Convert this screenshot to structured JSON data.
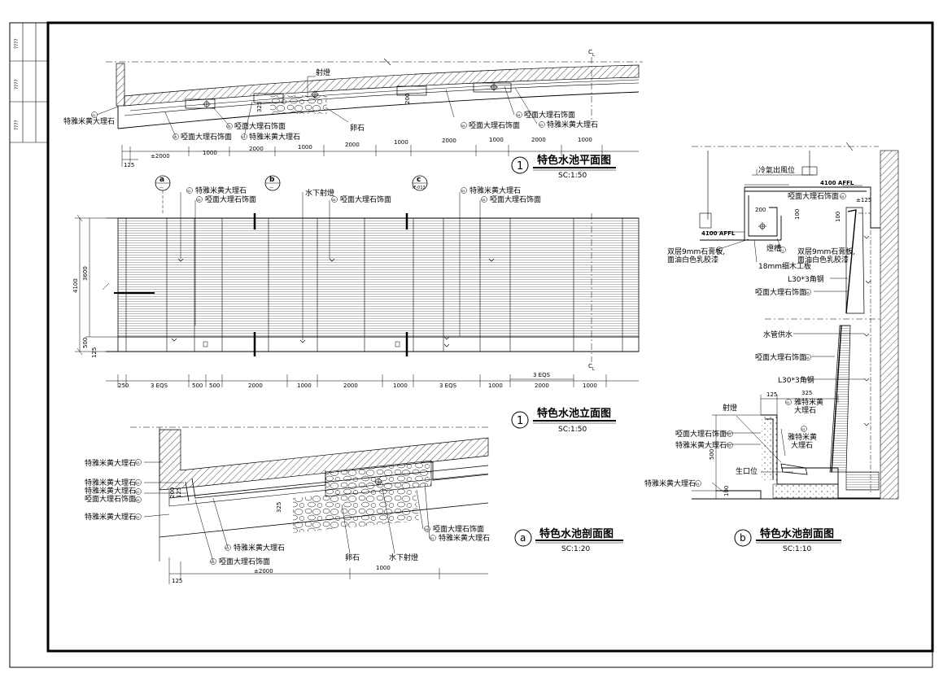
{
  "title_block": {
    "rows": [
      "????",
      "????",
      "????"
    ]
  },
  "plan": {
    "title_num": "1",
    "title": "特色水池平面图",
    "scale": "SC:1:50",
    "labels": {
      "light": "射燈",
      "yellow_left": "特雅米黄大理石",
      "matte1": "啞面大理石饰面",
      "yellow2": "特雅米黄大理石",
      "matte2": "啞面大理石饰面",
      "pebble": "卵石",
      "matte3": "啞面大理石饰面",
      "matte4": "啞面大理石饰面",
      "yellow3": "特雅米黄大理石"
    },
    "tags": {
      "s1": "S5",
      "s2": "S6",
      "s3": "S6",
      "s4": "S5",
      "s5": "S6",
      "s6": "S6",
      "s7": "S5"
    },
    "dims_top": [
      "325",
      "200"
    ],
    "dims_bottom": [
      "±2000",
      "1000",
      "2000",
      "1000",
      "2000",
      "1000",
      "2000",
      "1000",
      "2000",
      "1000"
    ],
    "dim_125": "125",
    "cl": "C",
    "cl_sub": "L"
  },
  "elevation": {
    "title_num": "1",
    "title": "特色水池立面图",
    "scale": "SC:1:50",
    "sections": [
      {
        "letter": "a",
        "sub": "—"
      },
      {
        "letter": "b",
        "sub": "—"
      },
      {
        "letter": "c",
        "sub": "IF-013"
      }
    ],
    "labels": {
      "yellow1": "特雅米黄大理石",
      "matte1": "啞面大理石饰面",
      "underwater": "水下射燈",
      "matte2": "啞面大理石饰面",
      "yellow2": "特雅米黄大理石",
      "matte3": "啞面大理石饰面"
    },
    "tags": {
      "s1": "S5",
      "s2": "S6",
      "s3": "S6",
      "s4": "S5",
      "s5": "S6"
    },
    "dims_v": [
      "4100",
      "3600",
      "500",
      "125"
    ],
    "dims_bottom": [
      "250",
      "3 EQS",
      "500",
      "500",
      "2000",
      "1000",
      "2000",
      "1000",
      "3 EQS",
      "1000",
      "2000",
      "1000"
    ],
    "dim_3eqs_top": "3 EQS",
    "cl": "C",
    "cl_sub": "L"
  },
  "section_a": {
    "title_num": "a",
    "title": "特色水池剖面图",
    "scale": "SC:1:20",
    "labels": {
      "l1": "特雅米黄大理石",
      "l2": "特雅米黄大理石",
      "l3": "特雅米黄大理石",
      "l4": "啞面大理石饰面",
      "l5": "特雅米黄大理石",
      "b1": "特雅米黄大理石",
      "b2": "啞面大理石饰面",
      "pebble": "卵石",
      "light": "水下射燈",
      "r1": "啞面大理石饰面",
      "r2": "特雅米黄大理石"
    },
    "tags": {
      "t1": "S5",
      "t2": "S5",
      "t3": "S5",
      "t4": "S6",
      "t5": "S5",
      "t6": "S5",
      "t7": "S6",
      "t8": "S6",
      "t9": "S5"
    },
    "dims": [
      "200",
      "125",
      "325",
      "±2000",
      "1000",
      "125"
    ]
  },
  "section_b": {
    "title_num": "b",
    "title": "特色水池剖面图",
    "scale": "SC:1:10",
    "labels": {
      "vent": "冷氣出風位",
      "affl_top": "4100 AFFL",
      "matte_top": "啞面大理石饰面",
      "affl_low": "4100 AFFL",
      "dim_200": "200",
      "dim_100": "100",
      "dim_100b": "100",
      "dim_125": "±125",
      "lamp_slot": "燈槽",
      "gypsum_l1": "双层9mm石膏板,",
      "gypsum_l2": "面油白色乳胶漆",
      "gypsum_r1": "双层9mm石膏板,",
      "gypsum_r2": "面油白色乳胶漆",
      "wood": "18mm细木工板",
      "angle1": "L30*3角钢",
      "matte_mid": "啞面大理石饰面",
      "pipe": "水管供水",
      "matte_lo": "啞面大理石饰面",
      "angle2": "L30*3角钢",
      "light": "射燈",
      "dim_125b": "125",
      "dim_325": "325",
      "yellow_a1": "雅特米黄",
      "yellow_a2": "大理石",
      "yellow_b1": "雅特米黄",
      "yellow_b2": "大理石",
      "matte_left": "啞面大理石饰面",
      "yellow_left": "特雅米黄大理石",
      "outlet": "生口位",
      "yellow_bottom": "特雅米黄大理石",
      "dim_500": "500",
      "dim_100c": "100"
    },
    "tags": {
      "p1": "P1",
      "p2": "P1",
      "s1": "S6",
      "s2": "S5",
      "s3": "S5",
      "s4": "S6",
      "s5": "S5",
      "s6": "S5",
      "s7": "S6"
    }
  }
}
